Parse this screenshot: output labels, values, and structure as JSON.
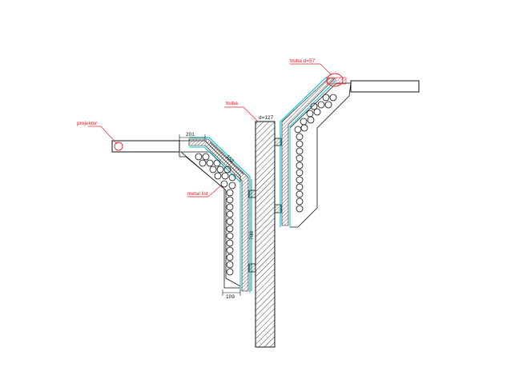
{
  "labels": {
    "projektor": "projektor",
    "metal_list": "metal list",
    "truba": "truba",
    "truba_d57": "truba d=57"
  },
  "dimensions": {
    "pole_diameter": "d=127",
    "top_width": "201",
    "diagonal": "152",
    "vertical": "708",
    "bottom_width": "109"
  },
  "colors": {
    "outline": "#111111",
    "annotation": "#e8202a",
    "insulation": "#00c8d8",
    "hatch": "#444444"
  }
}
